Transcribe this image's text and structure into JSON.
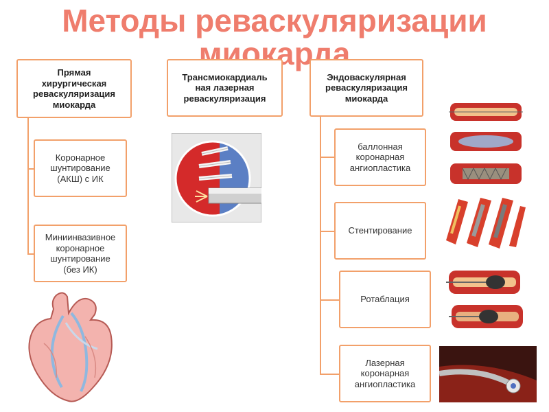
{
  "title_line1": "Методы реваскуляризации",
  "title_line2": "миокарда",
  "headers": {
    "surgical": "Прямая\nхирургическая\nреваскуляризация\nмиокарда",
    "laser": "Трансмиокардиаль\nная лазерная\nреваскуляризация",
    "endo": "Эндоваскулярная\nреваскуляризация\nмиокарда"
  },
  "surgical_items": [
    "Коронарное\nшунтирование\n(АКШ) с ИК",
    "Миниинвазивное\nкоронарное\nшунтирование\n(без ИК)"
  ],
  "endo_items": [
    "баллонная\nкоронарная\nангиопластика",
    "Стентирование",
    "Ротаблация",
    "Лазерная\nкоронарная\nангиопластика"
  ],
  "colors": {
    "title": "#ef7d6d",
    "box_border": "#f2a06a"
  }
}
